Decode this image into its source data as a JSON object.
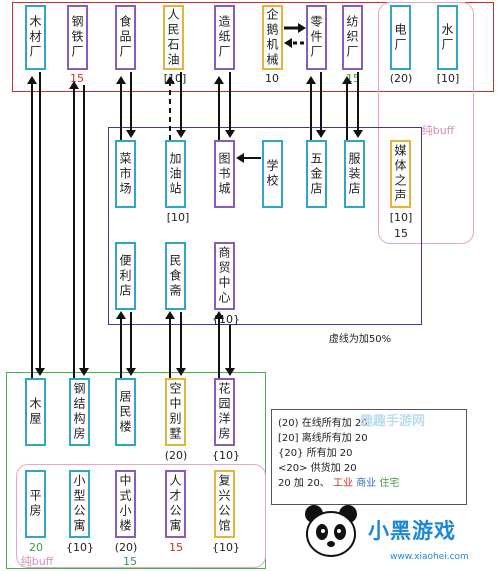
{
  "industry": [
    {
      "id": "mucaichang",
      "label": "木材厂",
      "value": "",
      "val_color": "dark",
      "border": "cyan"
    },
    {
      "id": "gangtiechang",
      "label": "钢铁厂",
      "value": "15",
      "val_color": "red",
      "border": "purple"
    },
    {
      "id": "shipinchang",
      "label": "食品厂",
      "value": "",
      "val_color": "dark",
      "border": "purple"
    },
    {
      "id": "renminshiyou",
      "label": "人民石油",
      "value": "[10]",
      "val_color": "dark",
      "border": "yellow"
    },
    {
      "id": "zaozhichang",
      "label": "造纸厂",
      "value": "",
      "val_color": "dark",
      "border": "purple"
    },
    {
      "id": "qiejijixie",
      "label": "企鹅机械",
      "value": "10",
      "val_color": "dark",
      "border": "yellow"
    },
    {
      "id": "lingjianchang",
      "label": "零件厂",
      "value": "",
      "val_color": "dark",
      "border": "purple"
    },
    {
      "id": "fangzhichang",
      "label": "纺织厂",
      "value": "15",
      "val_color": "green",
      "border": "purple"
    },
    {
      "id": "dianchang",
      "label": "电厂",
      "value": "(20)",
      "val_color": "dark",
      "border": "cyan"
    },
    {
      "id": "shuichang",
      "label": "水厂",
      "value": "[10]",
      "val_color": "dark",
      "border": "cyan"
    }
  ],
  "commerce": [
    {
      "id": "caishichang",
      "label": "菜市场",
      "value": "",
      "val_color": "dark",
      "border": "cyan"
    },
    {
      "id": "jiayouzhan",
      "label": "加油站",
      "value": "[10]",
      "val_color": "dark",
      "border": "cyan"
    },
    {
      "id": "tushucheng",
      "label": "图书城",
      "value": "",
      "val_color": "dark",
      "border": "purple"
    },
    {
      "id": "xuexiao",
      "label": "学校",
      "value": "",
      "val_color": "dark",
      "border": "cyan"
    },
    {
      "id": "wujindian",
      "label": "五金店",
      "value": "",
      "val_color": "dark",
      "border": "cyan"
    },
    {
      "id": "fuzhuangdian",
      "label": "服装店",
      "value": "",
      "val_color": "dark",
      "border": "cyan"
    },
    {
      "id": "meitizhisheng",
      "label": "媒体之声",
      "value": "[10]",
      "val_color": "dark",
      "border": "yellow"
    },
    {
      "id": "bianlidian",
      "label": "便利店",
      "value": "",
      "val_color": "dark",
      "border": "cyan"
    },
    {
      "id": "minshizhai",
      "label": "民食斋",
      "value": "",
      "val_color": "dark",
      "border": "cyan"
    },
    {
      "id": "shangmaozhongxin",
      "label": "商贸中心",
      "value": "{10}",
      "val_color": "dark",
      "border": "purple"
    }
  ],
  "residence": [
    {
      "id": "muwu",
      "label": "木屋",
      "value": "",
      "val_color": "dark",
      "border": "cyan"
    },
    {
      "id": "gangjiegoufang",
      "label": "钢结构房",
      "value": "",
      "val_color": "dark",
      "border": "cyan"
    },
    {
      "id": "juminlou",
      "label": "居民楼",
      "value": "",
      "val_color": "dark",
      "border": "cyan"
    },
    {
      "id": "kongzhongbieshu",
      "label": "空中别墅",
      "value": "(20)",
      "val_color": "dark",
      "border": "yellow"
    },
    {
      "id": "huayuanyangfang",
      "label": "花园洋房",
      "value": "{10}",
      "val_color": "dark",
      "border": "purple"
    },
    {
      "id": "pingfang",
      "label": "平房",
      "value": "20",
      "val_color": "green",
      "border": "cyan"
    },
    {
      "id": "xiaoxinggongyu",
      "label": "小型公寓",
      "value": "{10}",
      "val_color": "dark",
      "border": "cyan"
    },
    {
      "id": "zhongshixiaolou",
      "label": "中式小楼",
      "value": "(20)",
      "val_color": "dark",
      "border": "purple"
    },
    {
      "id": "rencaigongyu",
      "label": "人才公寓",
      "value": "15",
      "val_color": "red",
      "border": "purple"
    },
    {
      "id": "fuxinggongguan",
      "label": "复兴公馆",
      "value": "{10}",
      "val_color": "dark",
      "border": "yellow"
    }
  ],
  "extra_labels": {
    "industry_buff": "纯buff",
    "commerce_buff_value": "15",
    "residence_bottom_value": "15",
    "residence_buff": "纯buff",
    "dashed_note": "虚线为加50%"
  },
  "legend": {
    "lines": [
      "(20) 在线所有加 20",
      "[20] 离线所有加 20",
      "{20} 所有加 20",
      "<20> 供货加 20"
    ],
    "last_prefix": "20 加 20、",
    "industry_word": "工业",
    "commerce_word": "商业",
    "residence_word": "住宅"
  },
  "watermarks": {
    "top": "趣趣手游网",
    "brand": "小黑游戏",
    "url": "www.xiaohei.com"
  },
  "colors": {
    "industry_frame": "#c9302c",
    "commerce_frame": "#3b3b8a",
    "residence_frame": "#4caf50",
    "buff_frame": "#e7a6c8",
    "cyan": "#2fa6c6",
    "purple": "#8a5bbf",
    "yellow": "#e3b43a"
  }
}
